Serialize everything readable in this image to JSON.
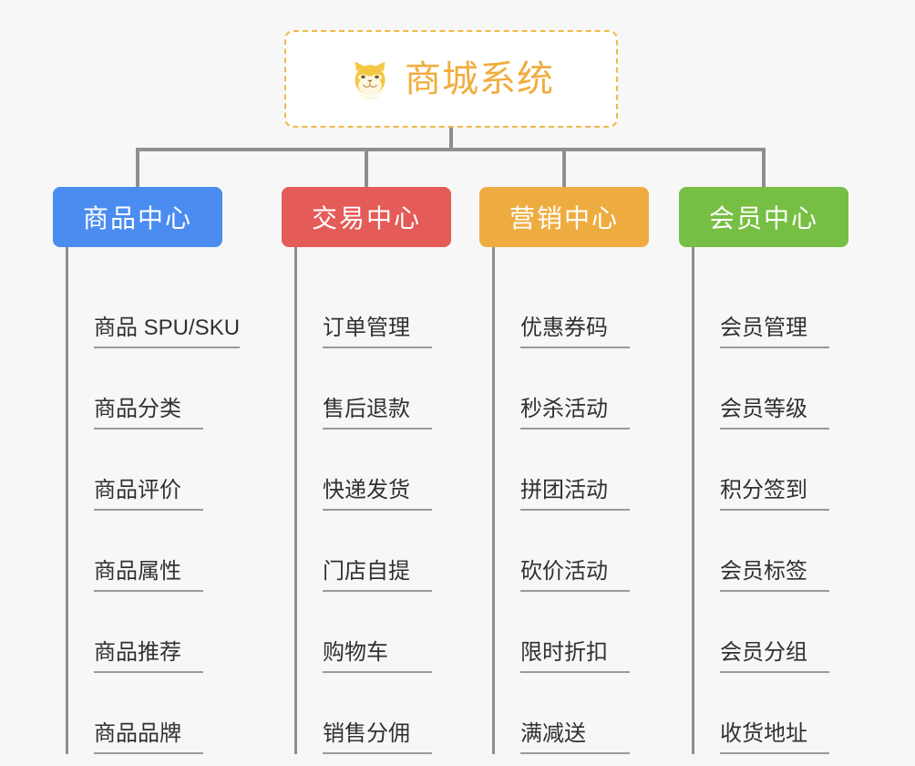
{
  "root": {
    "title": "商城系统",
    "icon": "shiba-dog-face-icon",
    "border_color": "#f0b849",
    "text_color": "#f0ad3e",
    "background": "#ffffff"
  },
  "canvas": {
    "background": "#f7f7f7",
    "connector_color": "#8e8e8e"
  },
  "branches": [
    {
      "label": "商品中心",
      "color": "#4a8cf0",
      "items": [
        "商品 SPU/SKU",
        "商品分类",
        "商品评价",
        "商品属性",
        "商品推荐",
        "商品品牌"
      ]
    },
    {
      "label": "交易中心",
      "color": "#e45b57",
      "items": [
        "订单管理",
        "售后退款",
        "快递发货",
        "门店自提",
        "购物车",
        "销售分佣"
      ]
    },
    {
      "label": "营销中心",
      "color": "#eeac40",
      "items": [
        "优惠券码",
        "秒杀活动",
        "拼团活动",
        "砍价活动",
        "限时折扣",
        "满减送"
      ]
    },
    {
      "label": "会员中心",
      "color": "#77bf44",
      "items": [
        "会员管理",
        "会员等级",
        "积分签到",
        "会员标签",
        "会员分组",
        "收货地址"
      ]
    }
  ]
}
